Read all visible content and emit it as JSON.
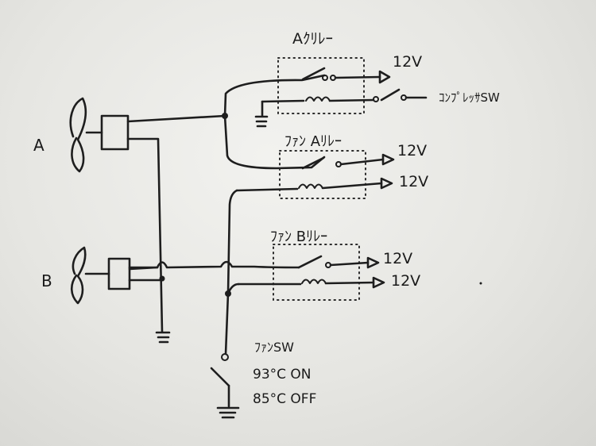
{
  "labels": {
    "fan_a": "A",
    "fan_b": "B",
    "ac_relay": "Aｸﾘﾚｰ",
    "fan_a_relay": "ﾌｧﾝ Aﾘﾚｰ",
    "fan_b_relay": "ﾌｧﾝ Bﾘﾚｰ",
    "v12_1": "12V",
    "v12_2": "12V",
    "v12_3": "12V",
    "v12_4": "12V",
    "v12_5": "12V",
    "compressor_sw": "ｺﾝﾌﾟﾚｯｻSW",
    "fan_sw": "ﾌｧﾝSW",
    "fan_sw_on": "93°C ON",
    "fan_sw_off": "85°C OFF"
  }
}
